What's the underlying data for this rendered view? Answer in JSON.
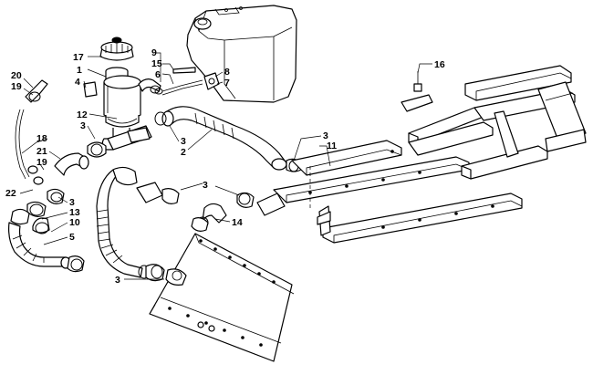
{
  "callouts": [
    {
      "id": "c17",
      "text": "17"
    },
    {
      "id": "c1",
      "text": "1"
    },
    {
      "id": "c4",
      "text": "4"
    },
    {
      "id": "c9",
      "text": "9"
    },
    {
      "id": "c15",
      "text": "15"
    },
    {
      "id": "c6",
      "text": "6"
    },
    {
      "id": "c8",
      "text": "8"
    },
    {
      "id": "c7",
      "text": "7"
    },
    {
      "id": "c16",
      "text": "16"
    },
    {
      "id": "c20",
      "text": "20"
    },
    {
      "id": "c19a",
      "text": "19"
    },
    {
      "id": "c12",
      "text": "12"
    },
    {
      "id": "c3a",
      "text": "3"
    },
    {
      "id": "c3b",
      "text": "3"
    },
    {
      "id": "c2",
      "text": "2"
    },
    {
      "id": "c3c",
      "text": "3"
    },
    {
      "id": "c11",
      "text": "11"
    },
    {
      "id": "c18",
      "text": "18"
    },
    {
      "id": "c21",
      "text": "21"
    },
    {
      "id": "c19b",
      "text": "19"
    },
    {
      "id": "c22",
      "text": "22"
    },
    {
      "id": "c3d",
      "text": "3"
    },
    {
      "id": "c13",
      "text": "13"
    },
    {
      "id": "c10",
      "text": "10"
    },
    {
      "id": "c5",
      "text": "5"
    },
    {
      "id": "c3e",
      "text": "3"
    },
    {
      "id": "c14",
      "text": "14"
    },
    {
      "id": "c3f",
      "text": "3"
    }
  ]
}
